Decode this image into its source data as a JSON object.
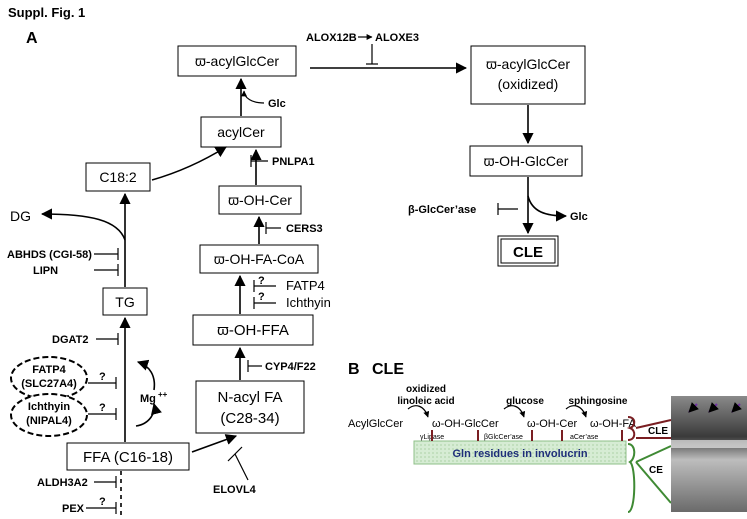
{
  "header": {
    "suppl": "Suppl. Fig. 1",
    "panel_a": "A",
    "panel_b": "B",
    "panel_b_title": "CLE"
  },
  "nodes": {
    "acylglccer": "ϖ-acylGlcCer",
    "acylcer": "acylCer",
    "oh_cer": "ϖ-OH-Cer",
    "oh_fa_coa": "ϖ-OH-FA-CoA",
    "oh_ffa": "ϖ-OH-FFA",
    "nacyl_line1": "N-acyl FA",
    "nacyl_line2": "(C28-34)",
    "ffa": "FFA (C16-18)",
    "tg": "TG",
    "c182": "C18:2",
    "dg": "DG",
    "oxid_line1": "ϖ-acylGlcCer",
    "oxid_line2": "(oxidized)",
    "oh_glccer": "ϖ-OH-GlcCer",
    "cle": "CLE"
  },
  "labels": {
    "alox12b": "ALOX12B",
    "aloxe3": "ALOXE3",
    "glc_top": "Glc",
    "pnpla1": "PNLPA1",
    "cers3": "CERS3",
    "fatp4": "FATP4",
    "ichthyin": "Ichthyin",
    "q": "?",
    "cyp4f22": "CYP4/F22",
    "elovl4": "ELOVL4",
    "abhd5": "ABHDS (CGI-58)",
    "lipn": "LIPN",
    "dgat2": "DGAT2",
    "fatp4_e1": "FATP4",
    "fatp4_e2": "(SLC27A4)",
    "ichthyin_e1": "Ichthyin",
    "ichthyin_e2": "(NIPAL4)",
    "mg": "Mg",
    "mg_sup": "++",
    "aldh3a2": "ALDH3A2",
    "pex": "PEX",
    "glccerase": "β-GlcCer’ase",
    "glc_right": "Glc"
  },
  "panel_b": {
    "top_oxidized_1": "oxidized",
    "top_oxidized_2": "linoleic acid",
    "top_glucose": "glucose",
    "top_sphingosine": "sphingosine",
    "chain_acyl": "AcylGlcCer",
    "chain_ohglccer": "ω-OH-GlcCer",
    "chain_ohcer": "ω-OH-Cer",
    "chain_ohfa": "ω-OH-FA",
    "enz_lipase": "γLipase",
    "enz_glccerase": "βGlcCer’ase",
    "enz_acerase": "aCer’ase",
    "involucrin": "Gln residues in involucrin",
    "cle_label": "CLE",
    "ce_label": "CE"
  },
  "colors": {
    "involucrin_fill": "#d6ecd4",
    "involucrin_text": "#1f2f7a",
    "cle_bracket": "#7a1e22",
    "ce_bracket": "#3f8a34",
    "arrow_purple": "#7030a0"
  }
}
